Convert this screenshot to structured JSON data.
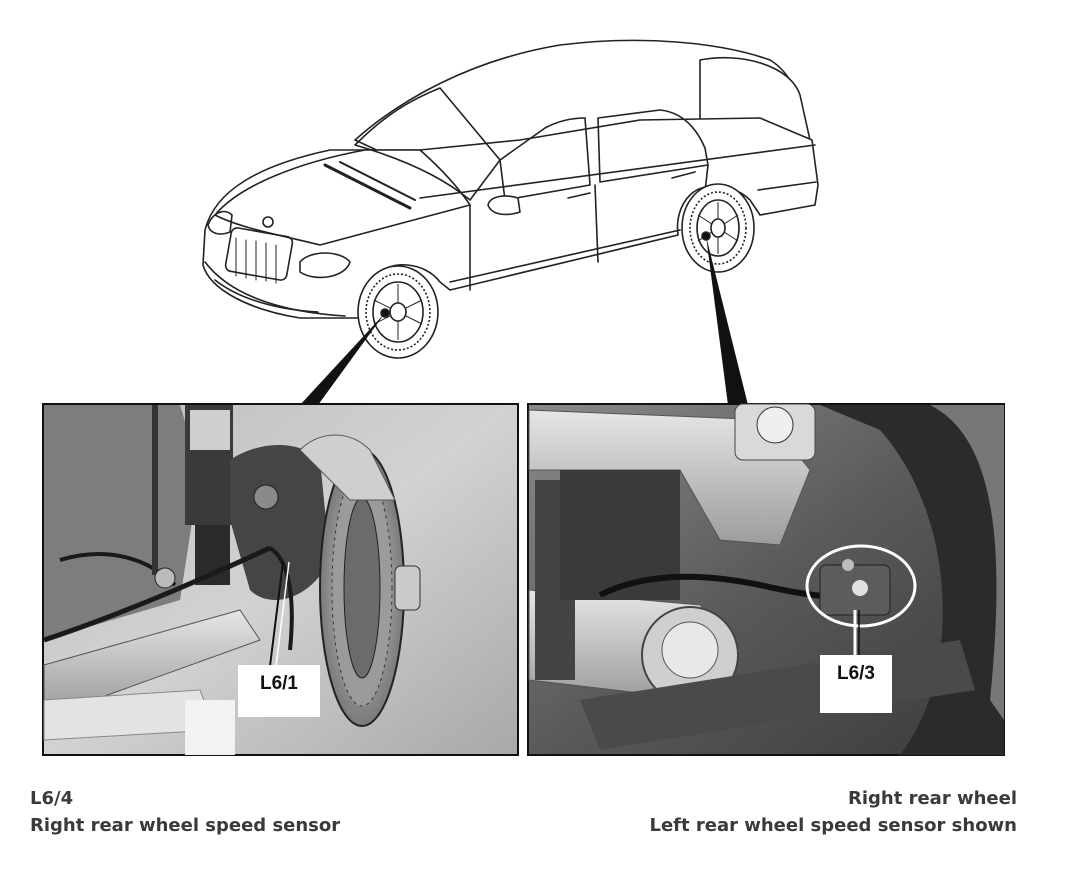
{
  "callouts": {
    "left_label": "L6/1",
    "right_label": "L6/3"
  },
  "captions": {
    "left_line1": "L6/4",
    "left_line2": "Right rear wheel speed sensor",
    "right_line1": "Right rear wheel",
    "right_line2": "Left rear wheel speed sensor shown"
  }
}
